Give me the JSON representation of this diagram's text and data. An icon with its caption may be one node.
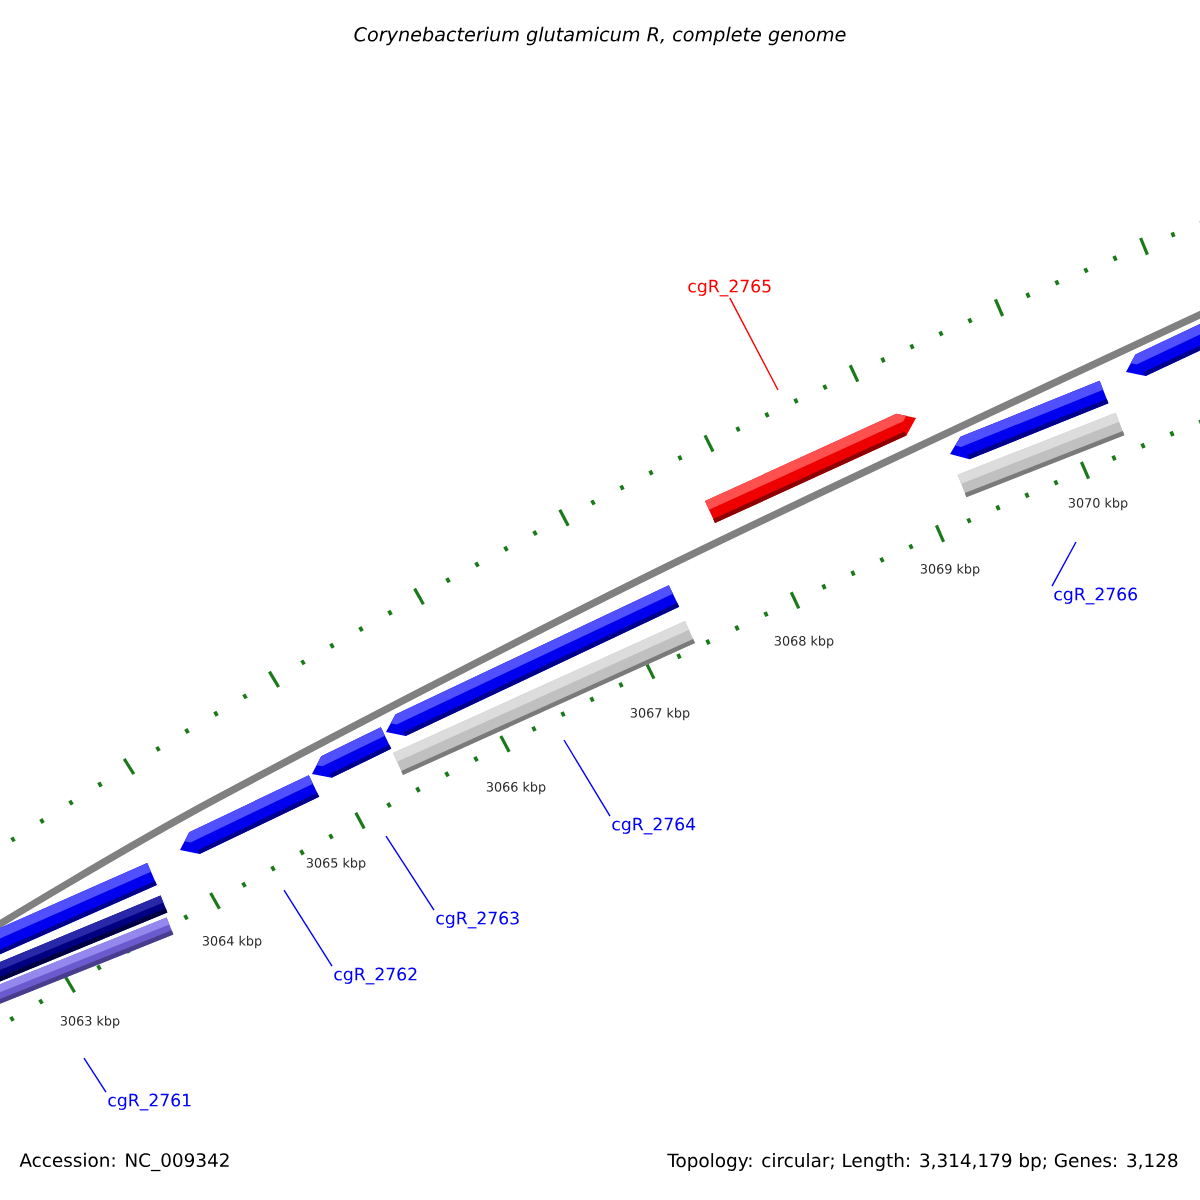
{
  "diagram": {
    "title": "Corynebacterium glutamicum R, complete genome",
    "nodes": [
      {
        "text": [
          "cgR_2761"
        ]
      },
      {
        "text": [
          "cgR_2762"
        ]
      },
      {
        "text": [
          "cgR_2763"
        ]
      },
      {
        "text": [
          "cgR_2764"
        ]
      },
      {
        "text": [
          "cgR_2765"
        ]
      },
      {
        "text": [
          "cgR_2766"
        ]
      }
    ],
    "edges": [
      {
        "from": 0,
        "to": null,
        "arrow": "none"
      },
      {
        "from": 1,
        "to": null,
        "arrow": "none"
      },
      {
        "from": 2,
        "to": null,
        "arrow": "none"
      },
      {
        "from": 3,
        "to": null,
        "arrow": "none"
      },
      {
        "from": 4,
        "to": null,
        "arrow": "none",
        "color": "#ff0000"
      },
      {
        "from": 5,
        "to": null,
        "arrow": "none"
      }
    ],
    "labels": [
      "3063 kbp",
      "3064 kbp",
      "3065 kbp",
      "3066 kbp",
      "3067 kbp",
      "3068 kbp",
      "3069 kbp",
      "3070 kbp",
      "Accession: NC_009342",
      "Topology: circular; Length: 3,314,179 bp; Genes: 3,128"
    ]
  }
}
